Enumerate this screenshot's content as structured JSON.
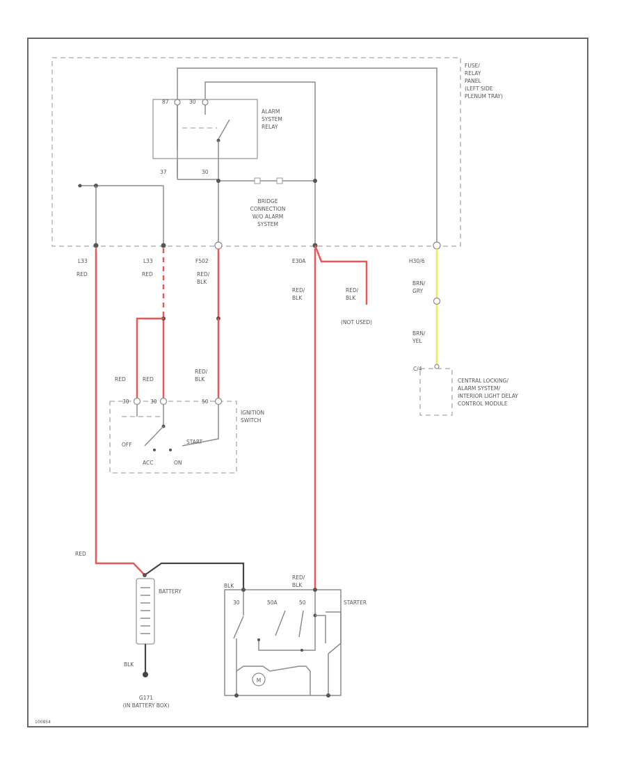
{
  "fuse_panel": {
    "line1": "FUSE/",
    "line2": "RELAY",
    "line3": "PANEL",
    "line4": "(LEFT SIDE",
    "line5": "PLENUM TRAY)"
  },
  "alarm_relay": {
    "line1": "ALARM",
    "line2": "SYSTEM",
    "line3": "RELAY",
    "pin_a": "87",
    "pin_b": "30",
    "pin_37": "37",
    "pin_30": "30"
  },
  "bridge": {
    "line1": "BRIDGE",
    "line2": "CONNECTION",
    "line3": "W/O ALARM",
    "line4": "SYSTEM"
  },
  "wires": {
    "w1_num": "L33",
    "w1_color": "RED",
    "w2_num": "L33",
    "w2_color": "RED",
    "w3_num": "F502",
    "w3_color1": "RED/",
    "w3_color2": "BLK",
    "w4_num": "E30A",
    "w4_color1": "RED/",
    "w4_color2": "BLK",
    "w5_color1": "RED/",
    "w5_color2": "BLK",
    "not_used": "(NOT USED)",
    "w6_num": "H30/6",
    "w6_color1": "BRN/",
    "w6_color2": "GRY",
    "w6_color3": "BRN/",
    "w6_color4": "YEL",
    "ign_red_a": "RED",
    "ign_red_b": "RED",
    "ign_redblk_1": "RED/",
    "ign_redblk_2": "BLK",
    "bat_red": "RED",
    "bat_blk": "BLK",
    "starter_redblk_1": "RED/",
    "starter_redblk_2": "BLK",
    "gnd_blk": "BLK"
  },
  "ignition": {
    "line1": "IGNITION",
    "line2": "SWITCH",
    "off": "OFF",
    "acc": "ACC",
    "on": "ON",
    "start": "START",
    "pin1": "30",
    "pin2": "30",
    "pin3": "50"
  },
  "central_module": {
    "pin": "C/4",
    "line1": "CENTRAL LOCKING/",
    "line2": "ALARM SYSTEM/",
    "line3": "INTERIOR LIGHT DELAY",
    "line4": "CONTROL MODULE"
  },
  "battery": {
    "label": "BATTERY"
  },
  "starter": {
    "label": "STARTER",
    "pin1": "30",
    "pin2": "50A",
    "pin3": "50",
    "motor": "M"
  },
  "ground": {
    "line1": "G171",
    "line2": "(IN BATTERY BOX)"
  },
  "footer": {
    "code": "100854"
  }
}
